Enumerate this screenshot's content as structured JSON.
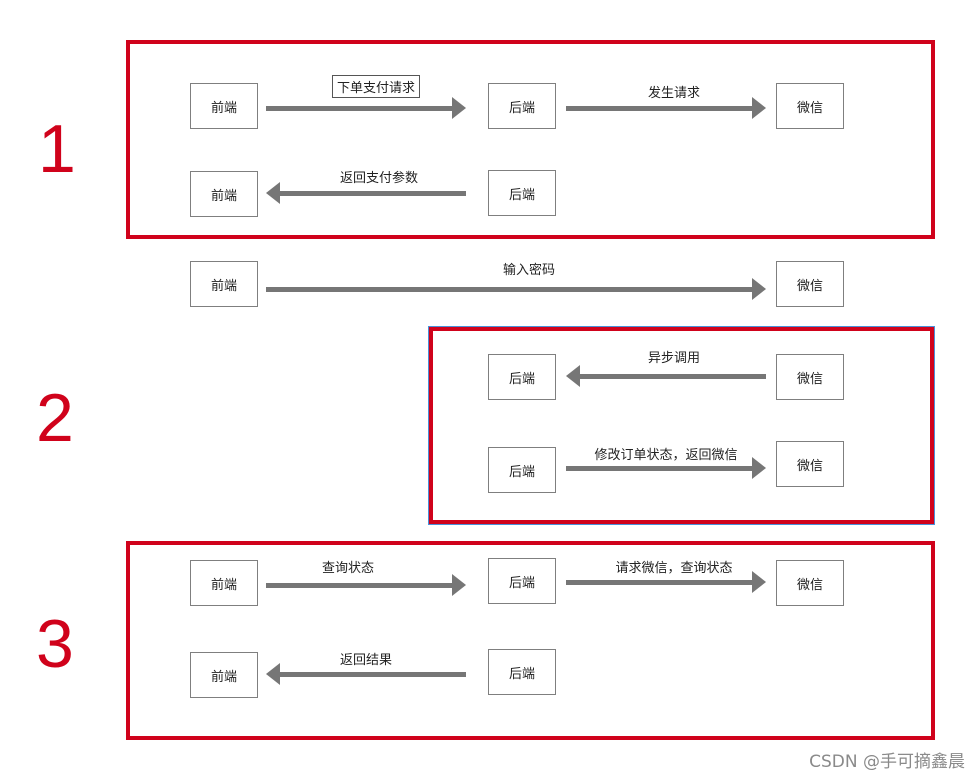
{
  "steps": {
    "one": {
      "number": "1",
      "row1": {
        "left_node": "前端",
        "label_a": "下单支付请求",
        "mid_node": "后端",
        "label_b": "发生请求",
        "right_node": "微信"
      },
      "row2": {
        "left_node": "前端",
        "label": "返回支付参数",
        "mid_node": "后端"
      }
    },
    "between": {
      "left_node": "前端",
      "label": "输入密码",
      "right_node": "微信"
    },
    "two": {
      "number": "2",
      "row1": {
        "mid_node": "后端",
        "label": "异步调用",
        "right_node": "微信"
      },
      "row2": {
        "mid_node": "后端",
        "label": "修改订单状态，返回微信",
        "right_node": "微信"
      }
    },
    "three": {
      "number": "3",
      "row1": {
        "left_node": "前端",
        "label_a": "查询状态",
        "mid_node": "后端",
        "label_b": "请求微信，查询状态",
        "right_node": "微信"
      },
      "row2": {
        "left_node": "前端",
        "label": "返回结果",
        "mid_node": "后端"
      }
    }
  },
  "watermark": "CSDN @手可摘鑫晨",
  "colors": {
    "frame": "#d0021b",
    "step_number": "#d0021b",
    "arrow": "#767676",
    "node_border": "#7f7f7f",
    "frame_outline": "#4a90d9"
  }
}
